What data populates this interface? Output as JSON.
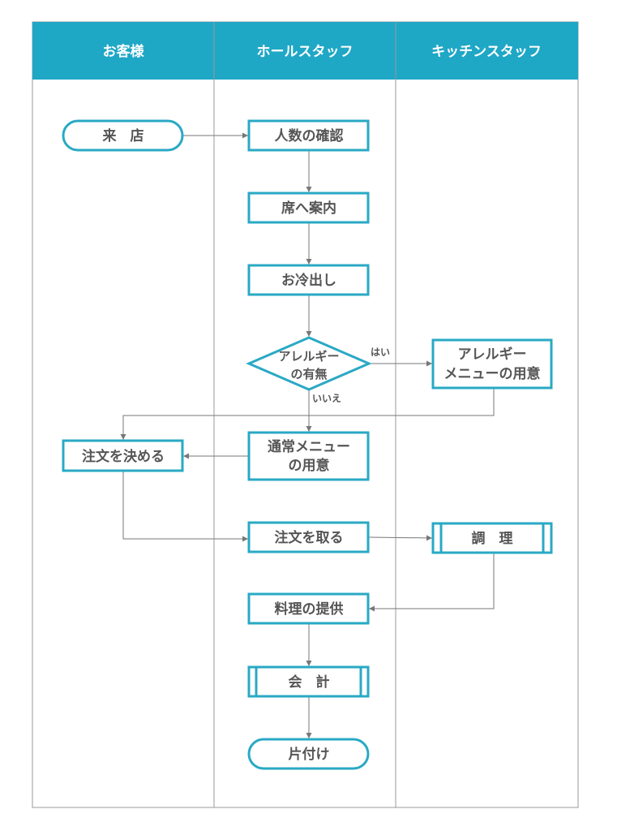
{
  "colors": {
    "header": "#1fa7c6",
    "accent": "#29a9c4",
    "text": "#555555",
    "line": "#777777",
    "lane_border": "#9a9a9a"
  },
  "lanes": [
    {
      "id": "customer",
      "title": "お客様"
    },
    {
      "id": "hall",
      "title": "ホールスタッフ"
    },
    {
      "id": "kitchen",
      "title": "キッチンスタッフ"
    }
  ],
  "nodes": {
    "arrival": {
      "line1": "来　店"
    },
    "confirm_count": {
      "line1": "人数の確認"
    },
    "guide_to_seat": {
      "line1": "席へ案内"
    },
    "serve_water": {
      "line1": "お冷出し"
    },
    "allergy_check": {
      "line1": "アレルギー",
      "line2": "の有無"
    },
    "allergy_menu": {
      "line1": "アレルギー",
      "line2": "メニューの用意"
    },
    "regular_menu": {
      "line1": "通常メニュー",
      "line2": "の用意"
    },
    "decide_order": {
      "line1": "注文を決める"
    },
    "take_order": {
      "line1": "注文を取る"
    },
    "cooking": {
      "line1": "調　理"
    },
    "serve_food": {
      "line1": "料理の提供"
    },
    "checkout": {
      "line1": "会　計"
    },
    "clear_table": {
      "line1": "片付け"
    }
  },
  "labels": {
    "yes": "はい",
    "no": "いいえ"
  }
}
